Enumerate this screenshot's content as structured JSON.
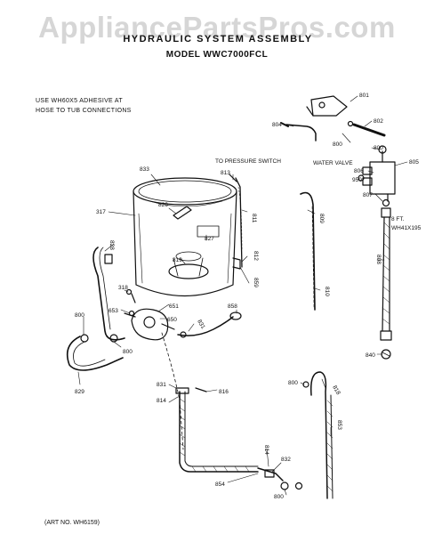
{
  "watermark": "AppliancePartsPros.com",
  "title": "HYDRAULIC SYSTEM ASSEMBLY",
  "model": "MODEL WWC7000FCL",
  "notes": {
    "adhesive_line1": "USE WH60X5 ADHESIVE AT",
    "adhesive_line2": "HOSE TO TUB CONNECTIONS",
    "pressure_switch": "TO PRESSURE SWITCH",
    "water_valve": "WATER VALVE",
    "length": "8 FT.",
    "length_part": "WH41X195",
    "art_no": "(ART NO. WH6159)"
  },
  "callouts": {
    "c801": "801",
    "c804": "804",
    "c802": "802",
    "c800a": "800",
    "c800b": "800",
    "c805": "805",
    "c806": "806",
    "c950": "950",
    "c807": "807",
    "c833": "833",
    "c813": "813",
    "c826": "826",
    "c317": "317",
    "c811": "811",
    "c809": "809",
    "c828": "828",
    "c827": "827",
    "c819": "819",
    "c812": "812",
    "c859": "859",
    "c808": "808",
    "c318": "318",
    "c810": "810",
    "c651": "651",
    "c653": "653",
    "c650": "650",
    "c858": "858",
    "c800c": "800",
    "c831a": "831",
    "c800d": "800",
    "c840": "840",
    "c829": "829",
    "c831b": "831",
    "c816": "816",
    "c800e": "800",
    "c818": "818",
    "c814a": "814",
    "c853": "853",
    "c814b": "814",
    "c832": "832",
    "c854": "854",
    "c800f": "800"
  }
}
